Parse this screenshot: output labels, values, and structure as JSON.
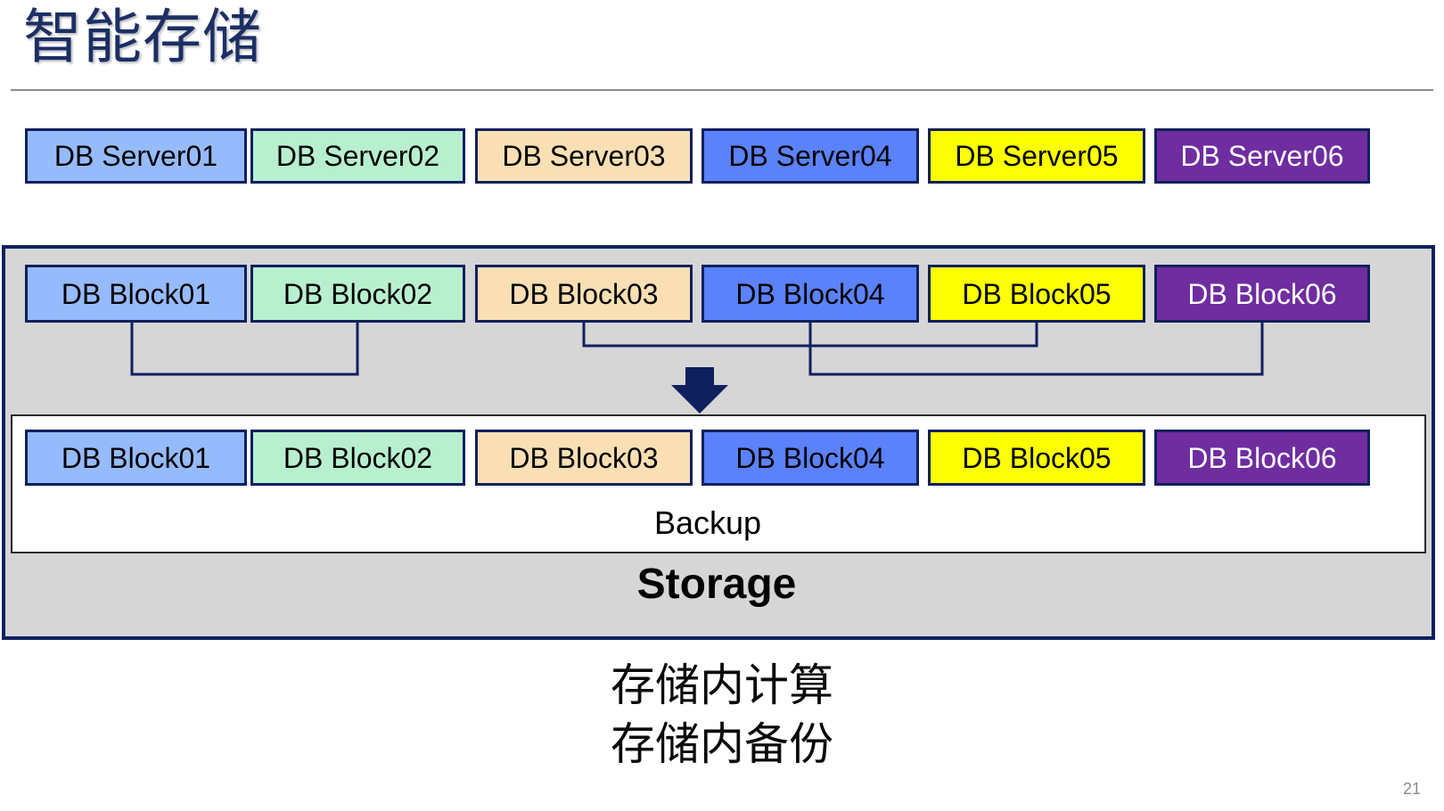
{
  "slide": {
    "title": "智能存储",
    "page_number": "21",
    "caption_lines": [
      "存储内计算",
      "存储内备份"
    ]
  },
  "colors": {
    "title": "#1b2f63",
    "border": "#10205e",
    "container_fill": "#d6d6d6",
    "backup_fill": "#ffffff",
    "rule": "#8c8c8c",
    "page_number": "#8a8a8a",
    "node_blue": "#96bbfc",
    "node_green": "#b8f0cf",
    "node_peach": "#f9dfb3",
    "node_blue2": "#5b82fb",
    "node_yellow": "#fbff00",
    "node_purple": "#6f2da0"
  },
  "server_row": {
    "nodes": [
      {
        "label": "DB Server01",
        "color": "node_blue"
      },
      {
        "label": "DB Server02",
        "color": "node_green"
      },
      {
        "label": "DB Server03",
        "color": "node_peach"
      },
      {
        "label": "DB Server04",
        "color": "node_blue2"
      },
      {
        "label": "DB Server05",
        "color": "node_yellow"
      },
      {
        "label": "DB Server06",
        "color": "node_purple"
      }
    ]
  },
  "storage": {
    "label": "Storage",
    "block_row": {
      "nodes": [
        {
          "label": "DB Block01",
          "color": "node_blue"
        },
        {
          "label": "DB Block02",
          "color": "node_green"
        },
        {
          "label": "DB Block03",
          "color": "node_peach"
        },
        {
          "label": "DB Block04",
          "color": "node_blue2"
        },
        {
          "label": "DB Block05",
          "color": "node_yellow"
        },
        {
          "label": "DB Block06",
          "color": "node_purple"
        }
      ]
    },
    "backup": {
      "label": "Backup",
      "nodes": [
        {
          "label": "DB Block01",
          "color": "node_blue"
        },
        {
          "label": "DB Block02",
          "color": "node_green"
        },
        {
          "label": "DB Block03",
          "color": "node_peach"
        },
        {
          "label": "DB Block04",
          "color": "node_blue2"
        },
        {
          "label": "DB Block05",
          "color": "node_yellow"
        },
        {
          "label": "DB Block06",
          "color": "node_purple"
        }
      ]
    },
    "arrow": "down-arrow-icon"
  }
}
